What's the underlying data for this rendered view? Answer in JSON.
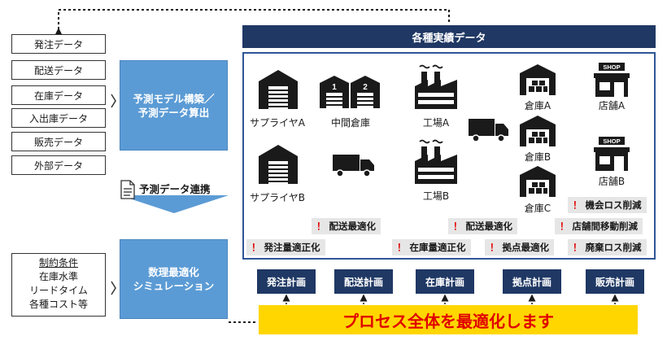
{
  "data_sources": [
    "発注データ",
    "配送データ",
    "在庫データ",
    "入出庫データ",
    "販売データ",
    "外部データ"
  ],
  "forecast_box": {
    "line1": "予測モデル構築／",
    "line2": "予測データ算出"
  },
  "forecast_link_label": "予測データ連携",
  "optimization_box": {
    "line1": "数理最適化",
    "line2": "シミュレーション"
  },
  "constraints": [
    "制約条件",
    "在庫水準",
    "リードタイム",
    "各種コスト等"
  ],
  "header": "各種実績データ",
  "nodes": {
    "supplier_a": "サプライヤA",
    "supplier_b": "サプライヤB",
    "middle_warehouse": "中間倉庫",
    "factory_a": "工場A",
    "factory_b": "工場B",
    "warehouse_a": "倉庫A",
    "warehouse_b": "倉庫B",
    "warehouse_c": "倉庫C",
    "store_a": "店舗A",
    "store_b": "店舗B",
    "shop_sign": "SHOP",
    "warehouse_numbers": [
      "1",
      "2"
    ]
  },
  "tags": {
    "mark": "！",
    "order_qty": "発注量適正化",
    "delivery_opt_1": "配送最適化",
    "inventory_qty": "在庫量適正化",
    "delivery_opt_2": "配送最適化",
    "base_opt": "拠点最適化",
    "loss_opportunity": "機会ロス削減",
    "store_transfer": "店舗間移動削減",
    "disposal_loss": "廃棄ロス削減"
  },
  "plans": [
    "発注計画",
    "配送計画",
    "在庫計画",
    "拠点計画",
    "販売計画"
  ],
  "banner": "プロセス全体を最適化します",
  "colors": {
    "navy": "#1f3864",
    "process_blue": "#5b9bd5",
    "arrow_blue": "#2f5597",
    "banner_yellow": "#ffd600",
    "alert_red": "#e00000",
    "tag_gray": "#e7e6e6"
  }
}
